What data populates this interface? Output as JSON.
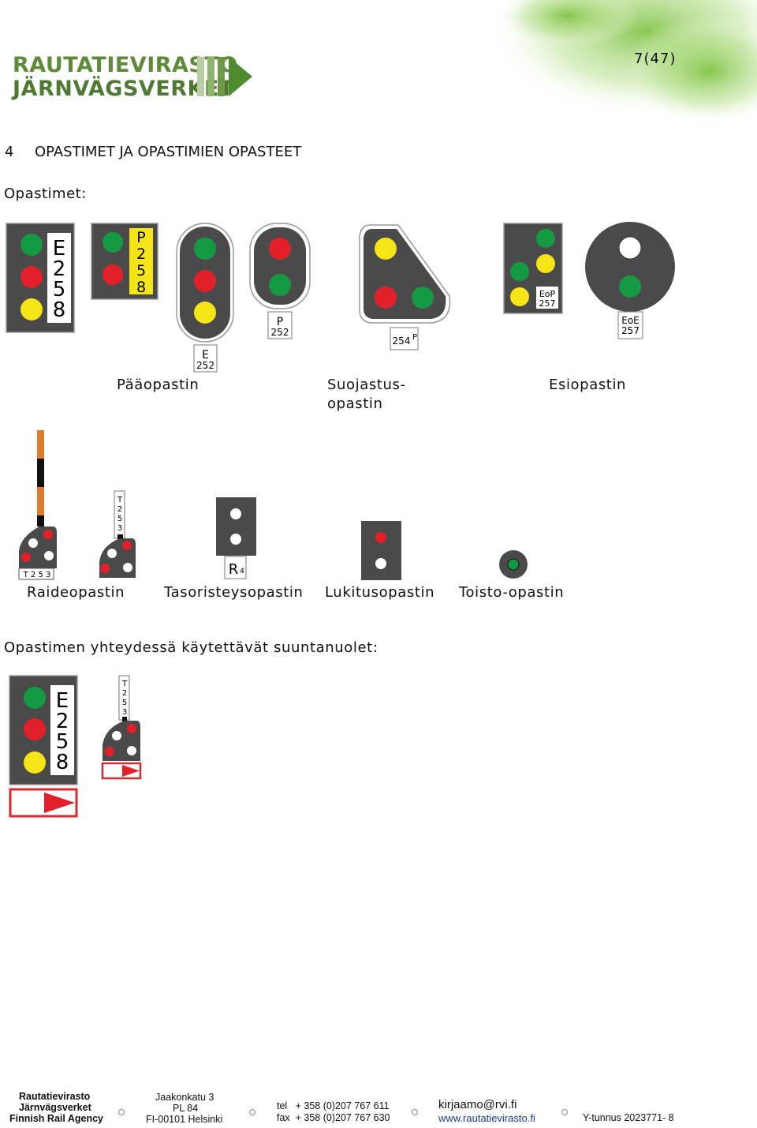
{
  "header": {
    "page_number": "7(47)",
    "logo_line1": "RAUTATIEVIRASTO",
    "logo_line2": "JÄRNVÄGSVERKET"
  },
  "section": {
    "number": "4",
    "title": "OPASTIMET JA OPASTIMIEN OPASTEET",
    "subtitle": "Opastimet:"
  },
  "signals_top": {
    "sign1": [
      "E",
      "2",
      "5",
      "8"
    ],
    "sign2": [
      "P",
      "2",
      "5",
      "8"
    ],
    "sign3": [
      "E",
      "252"
    ],
    "sign4": [
      "P",
      "252"
    ],
    "sign5": [
      "254",
      "P"
    ],
    "sign6": [
      "EoP",
      "257"
    ],
    "sign7": [
      "EoE",
      "257"
    ],
    "labels": {
      "paaopastin": "Pääopastin",
      "suojastus_1": "Suojastus-",
      "suojastus_2": "opastin",
      "esiopastin": "Esiopastin"
    }
  },
  "signals_bottom": {
    "raide_sign": "T 2 5 3",
    "raide_sign2": [
      "T",
      "2",
      "5",
      "3"
    ],
    "taso_sign": [
      "R",
      "4"
    ],
    "labels": {
      "raideopastin": "Raideopastin",
      "tasoristeysopastin": "Tasoristeysopastin",
      "lukitusopastin": "Lukitusopastin",
      "toisto": "Toisto-opastin"
    }
  },
  "arrows": {
    "title": "Opastimen yhteydessä käytettävät suuntanuolet:",
    "sign1": [
      "E",
      "2",
      "5",
      "8"
    ],
    "sign2": [
      "T",
      "2",
      "5",
      "3"
    ]
  },
  "footer": {
    "org1": "Rautatievirasto",
    "org2": "Järnvägsverket",
    "org3": "Finnish Rail Agency",
    "addr1": "Jaakonkatu 3",
    "addr2": "PL 84",
    "addr3": "FI-00101 Helsinki",
    "tel": "tel   + 358 (0)207 767 611",
    "fax": "fax  + 358 (0)207 767 630",
    "email": "kirjaamo@rvi.fi",
    "web": "www.rautatievirasto.fi",
    "ytunnus": "Y-tunnus 2023771- 8"
  },
  "colors": {
    "signal_body": "#4a4a4a",
    "green": "#139a43",
    "red": "#e3202a",
    "yellow": "#f6e516",
    "logo_green": "#5e8a3a"
  }
}
